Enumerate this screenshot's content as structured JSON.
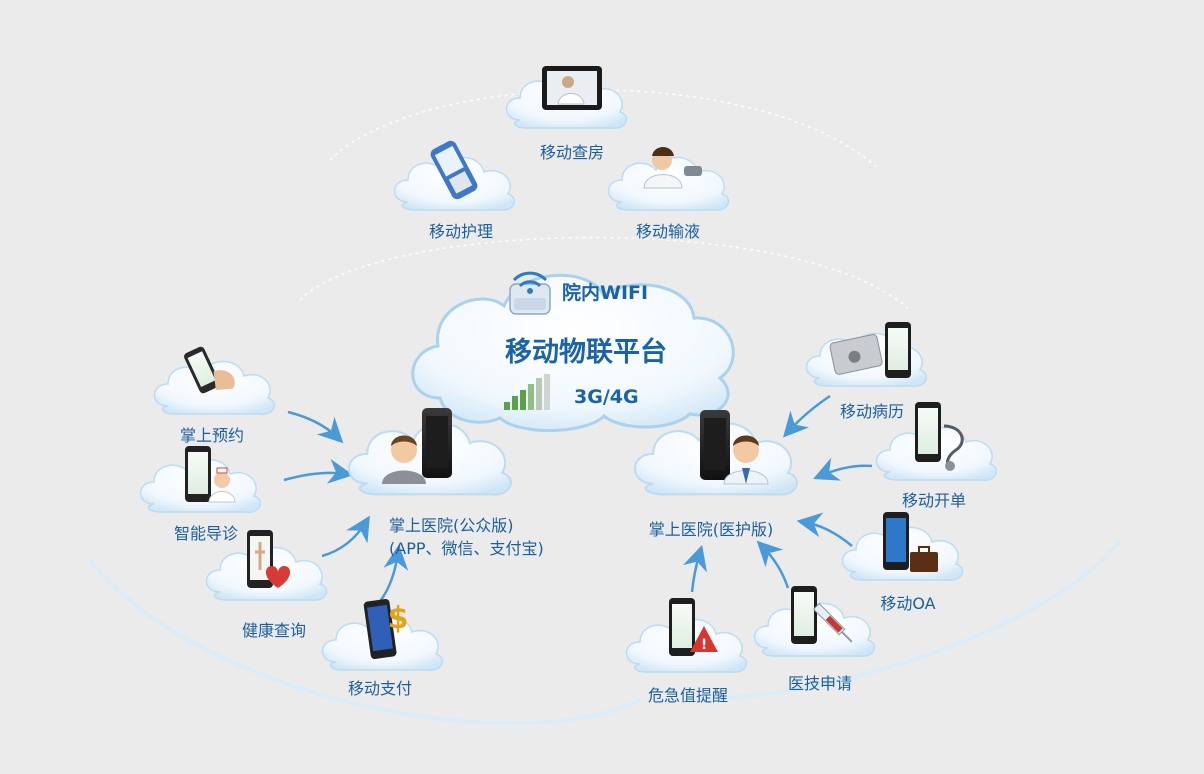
{
  "center": {
    "title": "移动物联平台",
    "wifi_label": "院内WIFI",
    "network_label": "3G/4G"
  },
  "hubs": {
    "public": {
      "line1": "掌上医院(公众版)",
      "line2": "(APP、微信、支付宝)"
    },
    "staff": {
      "label": "掌上医院(医护版)"
    }
  },
  "top_nodes": {
    "ward_round": "移动查房",
    "nursing": "移动护理",
    "infusion": "移动输液"
  },
  "patient_nodes": {
    "appointment": "掌上预约",
    "guide": "智能导诊",
    "health_query": "健康查询",
    "payment": "移动支付"
  },
  "staff_nodes": {
    "medical_record": "移动病历",
    "prescription": "移动开单",
    "oa": "移动OA",
    "tech_request": "医技申请",
    "critical_alert": "危急值提醒"
  },
  "colors": {
    "background": "#ebebeb",
    "label_blue": "#1c5f9e",
    "title_blue": "#1a63a8",
    "arrow_blue": "#4a9ad8",
    "cloud_edge": "#bcdcf2"
  }
}
